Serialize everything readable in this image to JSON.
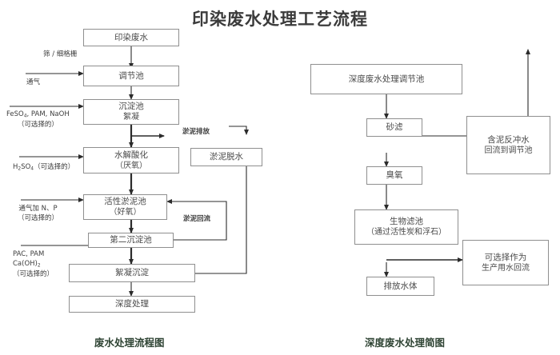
{
  "title": "印染废水处理工艺流程",
  "captions": {
    "left": "废水处理流程图",
    "right": "深度废水处理简图"
  },
  "colors": {
    "title": "#3b3b3b",
    "caption": "#2f4434",
    "box_border": "#8f8f8f",
    "box_text": "#4a4a4a",
    "wire": "#2b2b2b",
    "background": "#ffffff"
  },
  "left_diagram": {
    "name": "废水处理流程图",
    "nodes": [
      {
        "id": "influent",
        "line1": "印染废水",
        "line2": ""
      },
      {
        "id": "equalization",
        "line1": "调节池",
        "line2": ""
      },
      {
        "id": "sedimentation",
        "line1": "沉淀池",
        "line2": "絮凝"
      },
      {
        "id": "hydrolysis",
        "line1": "水解酸化",
        "line2": "（厌氧）"
      },
      {
        "id": "activated",
        "line1": "活性淤泥池",
        "line2": "（好氧）"
      },
      {
        "id": "secondary",
        "line1": "第二沉淀池",
        "line2": ""
      },
      {
        "id": "coagulation",
        "line1": "絮凝沉淀",
        "line2": ""
      },
      {
        "id": "advanced",
        "line1": "深度处理",
        "line2": ""
      },
      {
        "id": "dewatering",
        "line1": "淤泥脱水",
        "line2": ""
      }
    ],
    "edge_labels": [
      {
        "id": "screen",
        "text": "筛 / 细格栅"
      },
      {
        "id": "aeration",
        "text": "通气"
      },
      {
        "id": "sludge-discharge",
        "text": "淤泥排放"
      },
      {
        "id": "sludge-return",
        "text": "淤泥回流"
      }
    ],
    "dosing": [
      {
        "id": "dose-feso4",
        "line1": "FeSO4, PAM, NaOH",
        "line2": "（可选择的）",
        "line3": ""
      },
      {
        "id": "dose-h2so4",
        "line1": "H2SO4（可选择的）",
        "line2": "",
        "line3": ""
      },
      {
        "id": "dose-np",
        "line1": "通气加 N、P",
        "line2": "（可选择的）",
        "line3": ""
      },
      {
        "id": "dose-pac",
        "line1": "PAC, PAM",
        "line2": "Ca(OH)2",
        "line3": "（可选择的）"
      }
    ]
  },
  "right_diagram": {
    "name": "深度废水处理简图",
    "nodes": [
      {
        "id": "adv-equalization",
        "line1": "深度废水处理调节池",
        "line2": ""
      },
      {
        "id": "sand-filter",
        "line1": "砂滤",
        "line2": ""
      },
      {
        "id": "ozone",
        "line1": "臭氧",
        "line2": ""
      },
      {
        "id": "bio-filter",
        "line1": "生物滤池",
        "line2": "（通过活性炭和浮石）"
      },
      {
        "id": "discharge",
        "line1": "排放水体",
        "line2": ""
      },
      {
        "id": "backwash-return",
        "line1": "含泥反冲水",
        "line2": "回流到调节池"
      },
      {
        "id": "reuse",
        "line1": "可选择作为",
        "line2": "生产用水回流"
      }
    ]
  }
}
